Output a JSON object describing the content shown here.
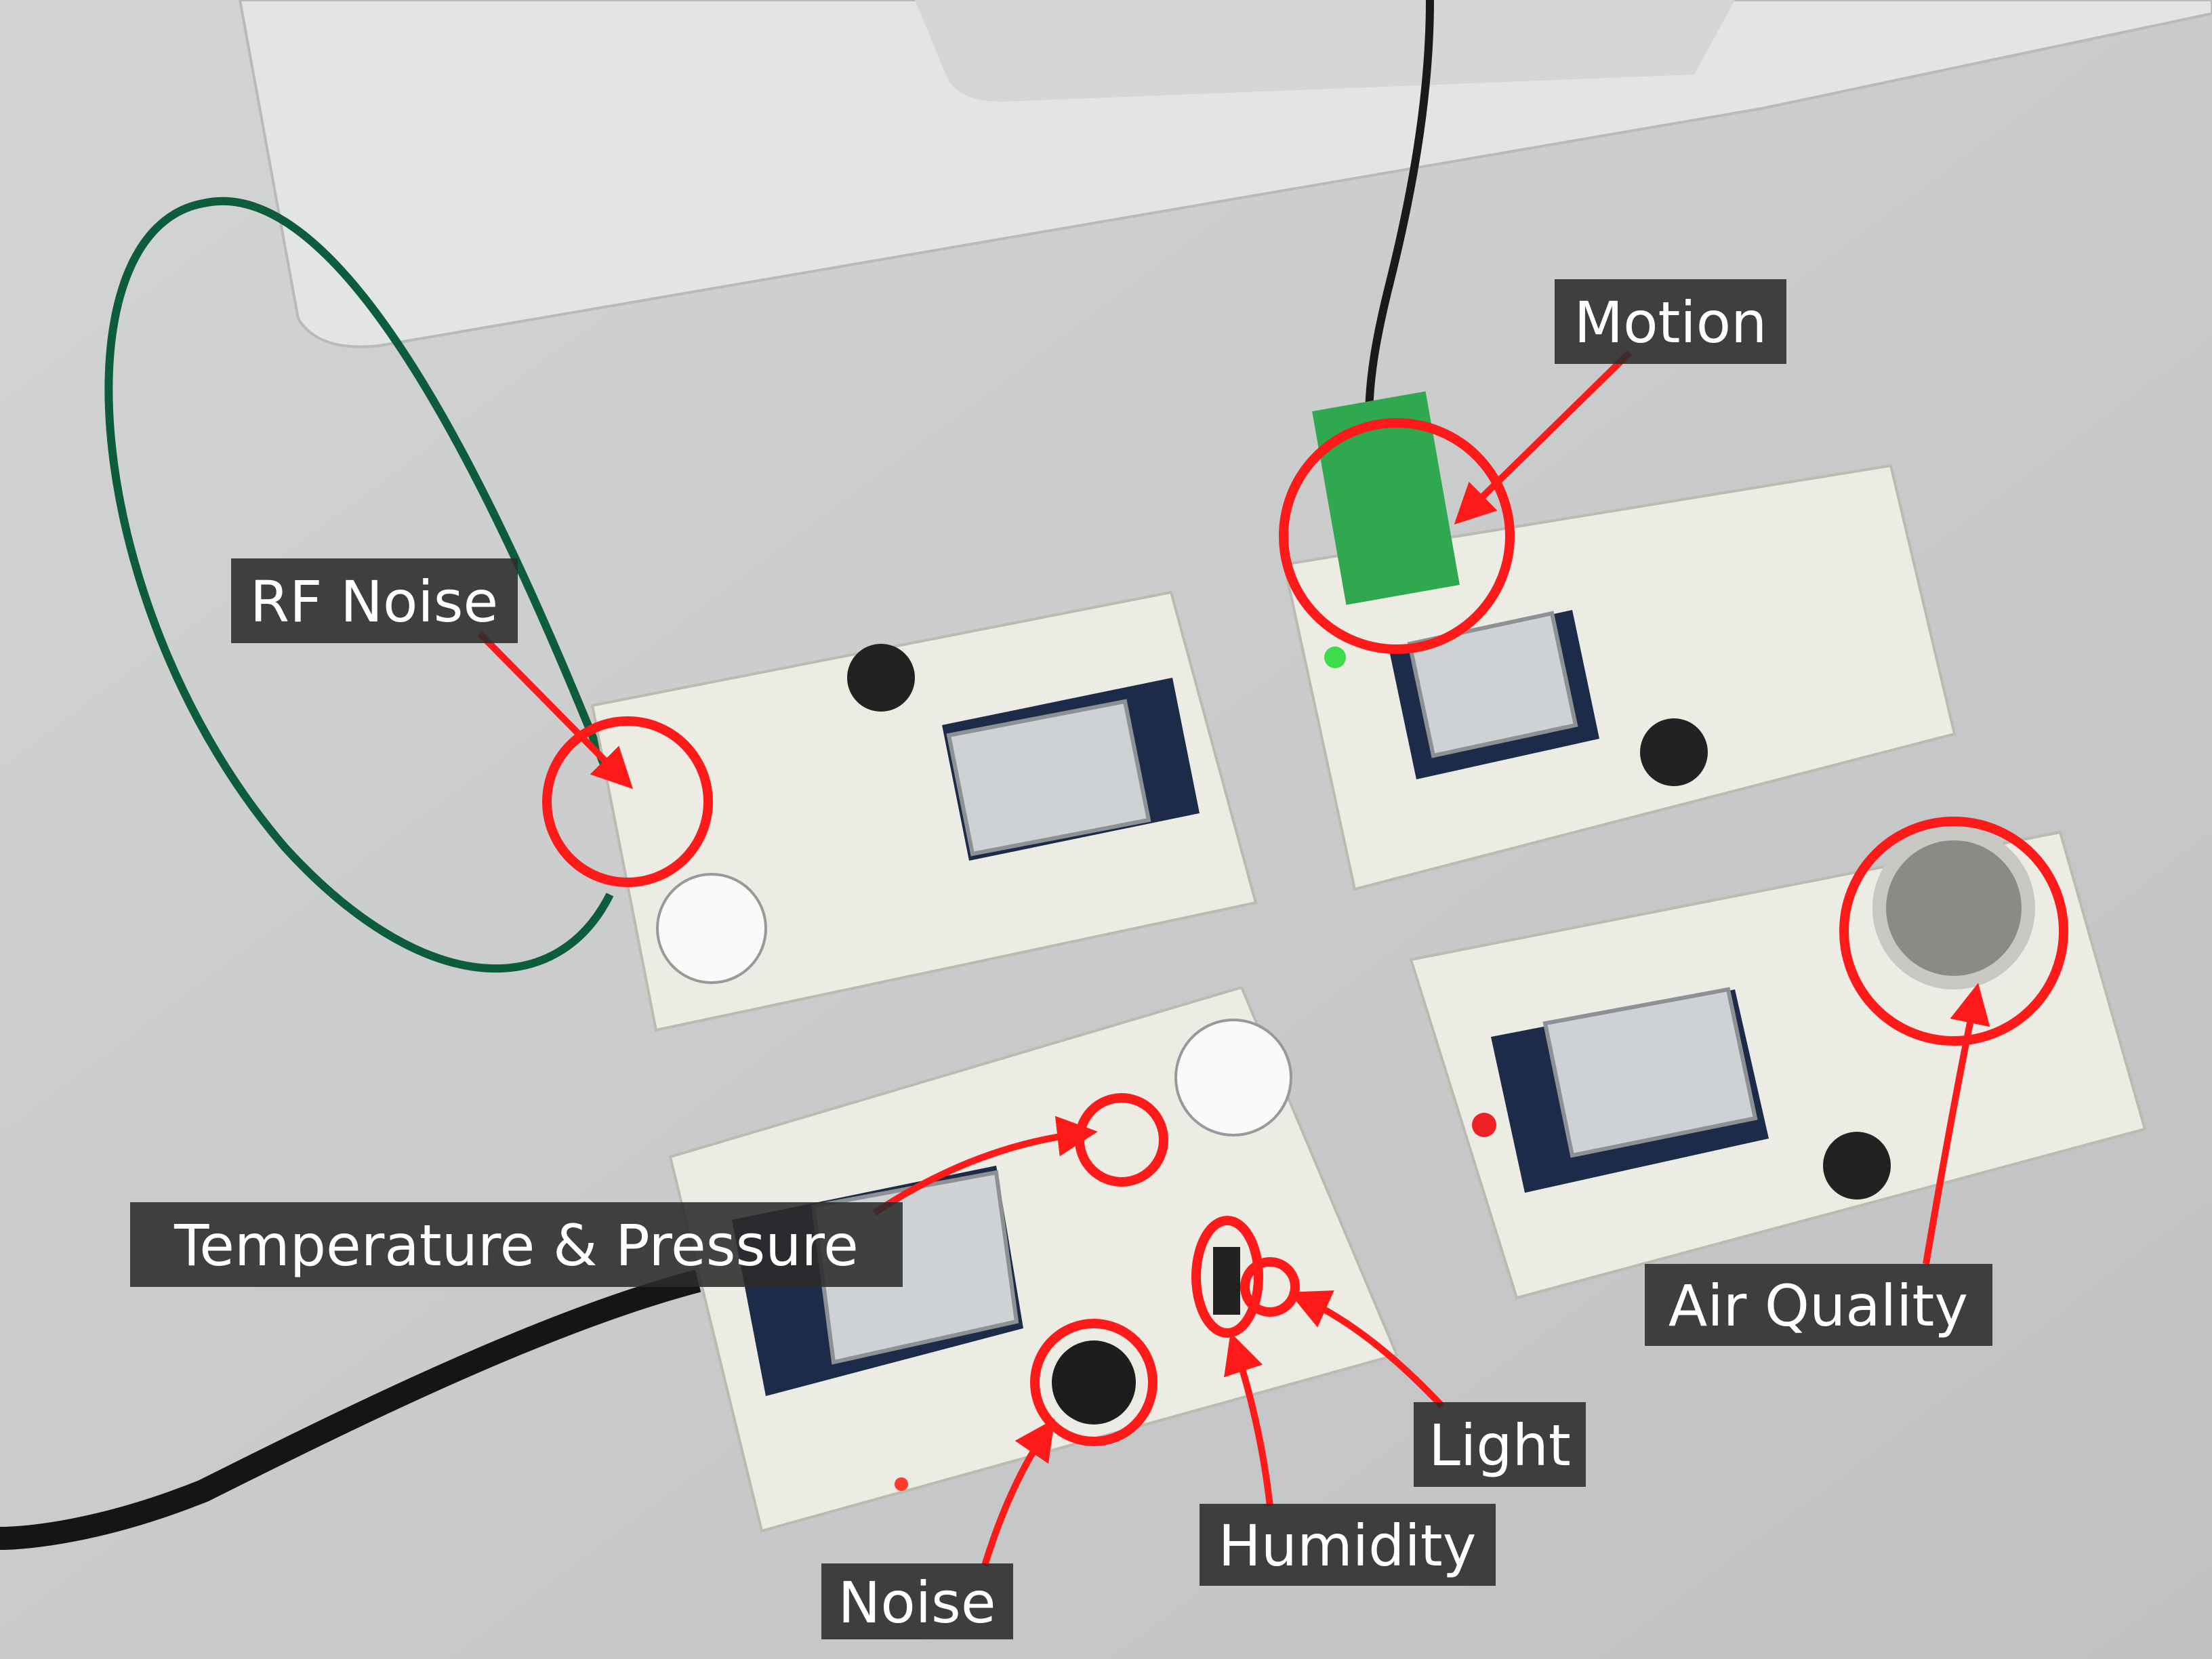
{
  "image": {
    "description_labels": [
      {
        "id": "motion",
        "text": "Motion"
      },
      {
        "id": "rf-noise",
        "text": "RF Noise"
      },
      {
        "id": "temperature-pressure",
        "text": "Temperature & Pressure"
      },
      {
        "id": "air-quality",
        "text": "Air Quality"
      },
      {
        "id": "light",
        "text": "Light"
      },
      {
        "id": "humidity",
        "text": "Humidity"
      },
      {
        "id": "noise",
        "text": "Noise"
      }
    ]
  },
  "colors": {
    "annotation": "#ff1a1a",
    "label_bg": "#2b2b2b",
    "desk": "#c9cbcc"
  }
}
